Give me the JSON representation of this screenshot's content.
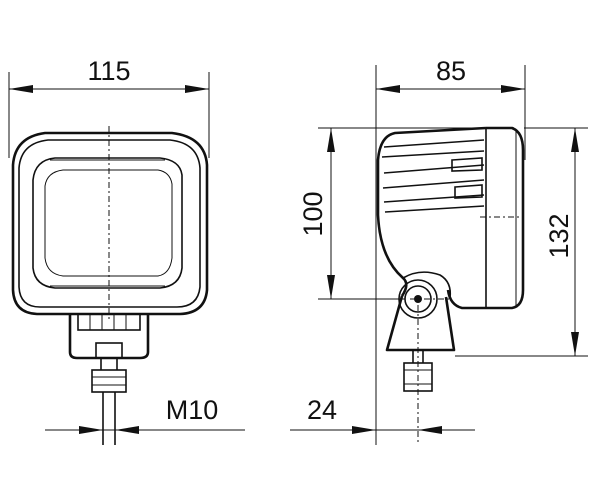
{
  "dimensions": {
    "front_width": "115",
    "side_depth": "85",
    "housing_height": "100",
    "total_height": "132",
    "thread": "M10",
    "bolt_offset": "24"
  }
}
